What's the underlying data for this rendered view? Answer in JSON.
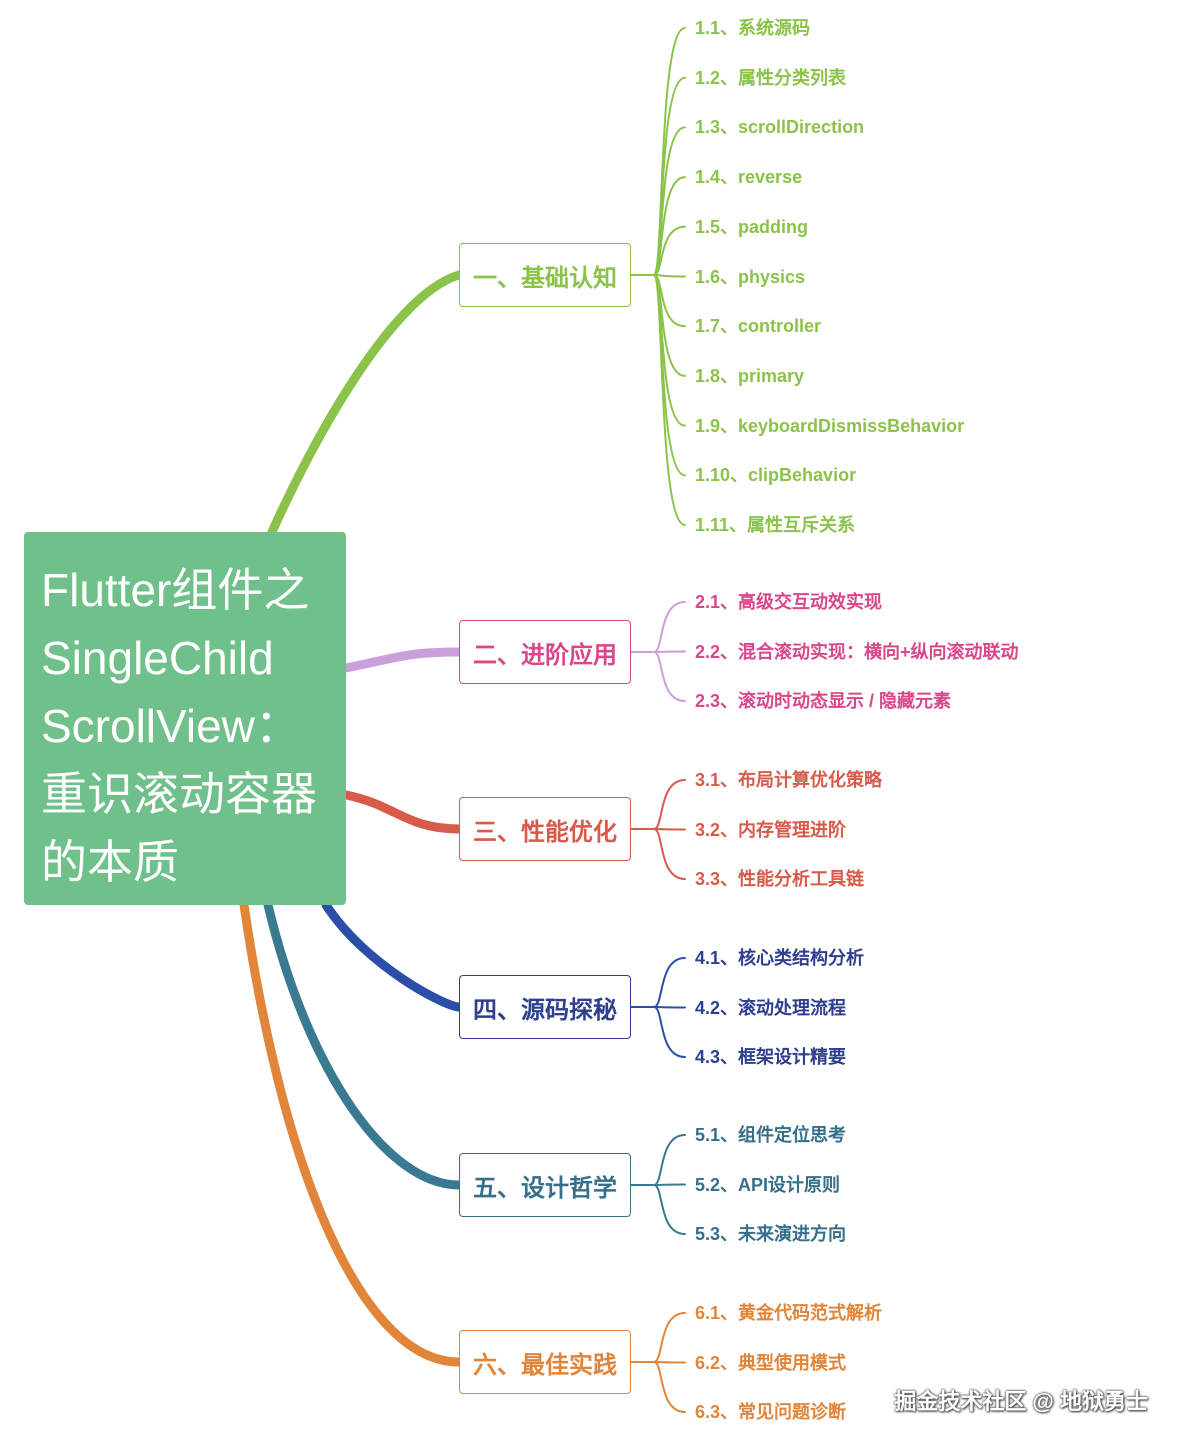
{
  "root": {
    "lines": [
      "Flutter组件之",
      "SingleChild",
      "ScrollView：",
      "重识滚动容器",
      "的本质"
    ]
  },
  "branches": [
    {
      "label": "一、基础认知",
      "color": "#8bc34a",
      "children": [
        "1.1、系统源码",
        "1.2、属性分类列表",
        "1.3、scrollDirection",
        "1.4、reverse",
        "1.5、padding",
        "1.6、physics",
        "1.7、controller",
        "1.8、primary",
        "1.9、keyboardDismissBehavior",
        "1.10、clipBehavior",
        "1.11、属性互斥关系"
      ]
    },
    {
      "label": "二、进阶应用",
      "color": "#d9478a",
      "line_color": "#c9a0dc",
      "children": [
        "2.1、高级交互动效实现",
        "2.2、混合滚动实现：横向+纵向滚动联动",
        "2.3、滚动时动态显示 / 隐藏元素"
      ]
    },
    {
      "label": "三、性能优化",
      "color": "#d75a4a",
      "children": [
        "3.1、布局计算优化策略",
        "3.2、内存管理进阶",
        "3.3、性能分析工具链"
      ]
    },
    {
      "label": "四、源码探秘",
      "color": "#2e3f8f",
      "line_color": "#2b4fa8",
      "children": [
        "4.1、核心类结构分析",
        "4.2、滚动处理流程",
        "4.3、框架设计精要"
      ]
    },
    {
      "label": "五、设计哲学",
      "color": "#356f8a",
      "line_color": "#3a7a90",
      "children": [
        "5.1、组件定位思考",
        "5.2、API设计原则",
        "5.3、未来演进方向"
      ]
    },
    {
      "label": "六、最佳实践",
      "color": "#e0853a",
      "children": [
        "6.1、黄金代码范式解析",
        "6.2、典型使用模式",
        "6.3、常见问题诊断"
      ]
    }
  ],
  "watermark": "掘金技术社区 @ 地狱勇士"
}
